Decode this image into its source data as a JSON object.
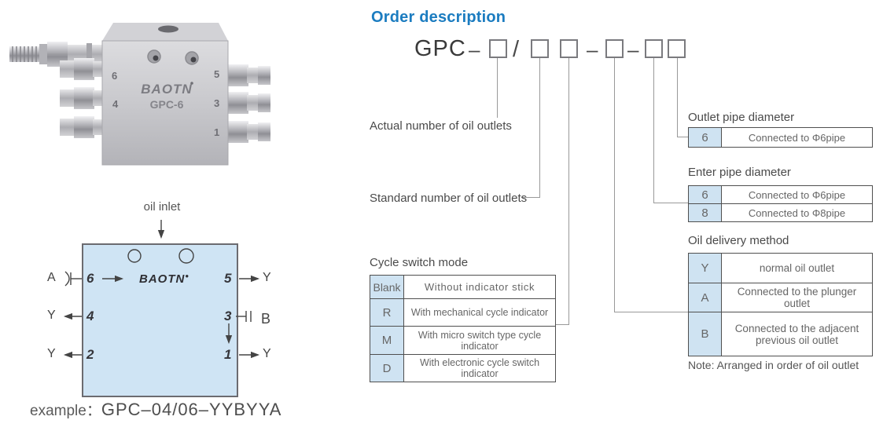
{
  "header": {
    "title": "Order description"
  },
  "code": {
    "prefix": "GPC",
    "dash1": "–",
    "slash": "/",
    "dash2": "–",
    "dash3": "–"
  },
  "callouts": {
    "actual": "Actual number of oil outlets",
    "standard": "Standard number of oil outlets"
  },
  "cycle_switch": {
    "title": "Cycle switch mode",
    "rows": [
      {
        "key": "Blank",
        "desc": "Without indicator stick"
      },
      {
        "key": "R",
        "desc": "With mechanical cycle indicator"
      },
      {
        "key": "M",
        "desc": "With micro switch type cycle indicator"
      },
      {
        "key": "D",
        "desc": "With electronic cycle switch indicator"
      }
    ]
  },
  "outlet_pipe": {
    "title": "Outlet pipe diameter",
    "rows": [
      {
        "key": "6",
        "desc": "Connected to Φ6pipe"
      }
    ]
  },
  "enter_pipe": {
    "title": "Enter pipe diameter",
    "rows": [
      {
        "key": "6",
        "desc": "Connected to Φ6pipe"
      },
      {
        "key": "8",
        "desc": "Connected to Φ8pipe"
      }
    ]
  },
  "oil_delivery": {
    "title": "Oil delivery method",
    "rows": [
      {
        "key": "Y",
        "desc": "normal oil outlet"
      },
      {
        "key": "A",
        "desc": "Connected to the plunger outlet"
      },
      {
        "key": "B",
        "desc_line1": "Connected to the adjacent",
        "desc_line2": "previous oil outlet"
      }
    ],
    "note": "Note: Arranged in order of oil outlet"
  },
  "diagram": {
    "oil_inlet": "oil inlet",
    "logo": "BAOTN",
    "logo_mark": "●",
    "port6": "6",
    "port5": "5",
    "port4": "4",
    "port3": "3",
    "port2": "2",
    "port1": "1",
    "label_a": "A",
    "label_b": "B",
    "label_y5": "Y",
    "label_y4": "Y",
    "label_y2": "Y",
    "label_y1": "Y",
    "example_label": "example：",
    "example_code": "GPC–04/06–YYBYYA"
  },
  "photo": {
    "logo": "BAOTN",
    "model": "GPC-6",
    "port_left_1": "6",
    "port_left_2": "4",
    "port_right_1": "5",
    "port_right_2": "3",
    "port_right_3": "1"
  },
  "colors": {
    "accent_blue": "#1b7cc0",
    "key_cell_bg": "#cfe3f2",
    "diagram_fill": "#cfe4f4",
    "connector_line": "#999999",
    "table_border": "#4f4f4f"
  }
}
